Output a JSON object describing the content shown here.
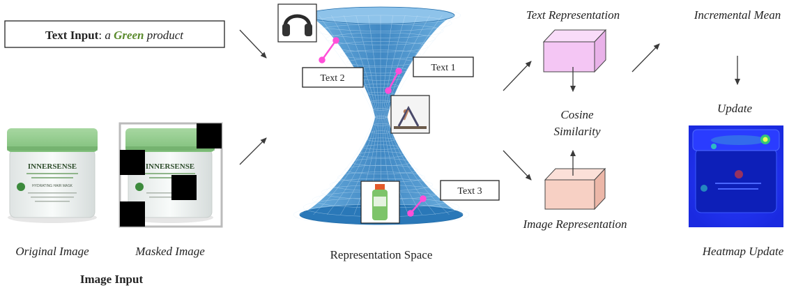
{
  "text_input": {
    "label": "Text Input",
    "separator": ": ",
    "prefix": "a ",
    "keyword": "Green",
    "suffix": " product"
  },
  "images": {
    "original_caption": "Original Image",
    "masked_caption": "Masked Image",
    "group_caption": "Image Input",
    "product_brand": "INNERSENSE",
    "product_name": "HYDRATING HAIR MASK"
  },
  "space": {
    "caption": "Representation Space",
    "text1": "Text 1",
    "text2": "Text 2",
    "text3": "Text 3"
  },
  "pipeline": {
    "text_representation": "Text Representation",
    "image_representation": "Image Representation",
    "cosine_line1": "Cosine",
    "cosine_line2": "Similarity",
    "incremental_mean": "Incremental Mean",
    "update": "Update",
    "heatmap_update": "Heatmap Update"
  },
  "colors": {
    "keyword": "#5a8a2c",
    "text_cube": "#f4c6f4",
    "image_cube": "#f7d0c4",
    "manifold": "#2d7fbf",
    "connector": "#ff4fd8",
    "heatmap_bg": "#1a2ef0"
  }
}
